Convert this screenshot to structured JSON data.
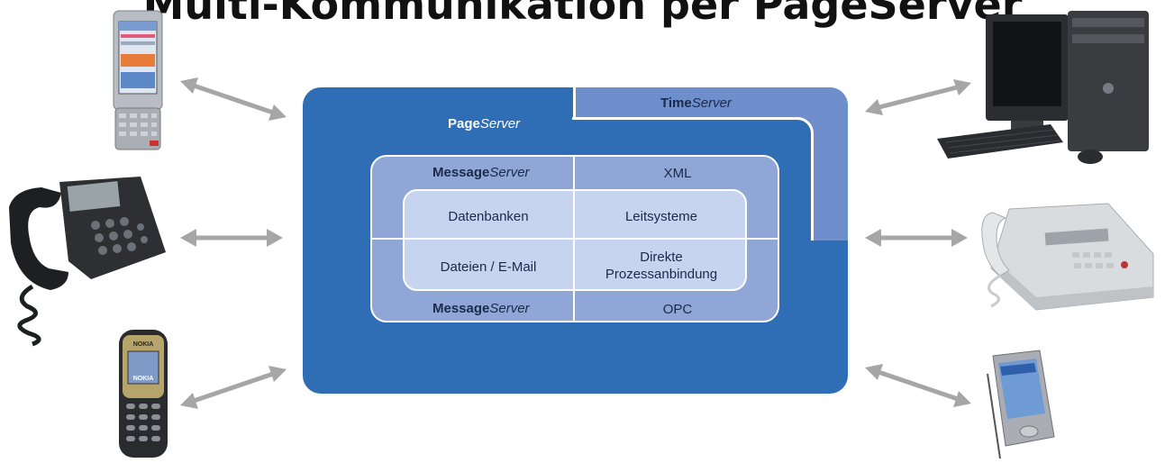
{
  "title": "Multi-Kommunikation per PageServer",
  "diagram": {
    "page_server": {
      "prefix": "Page",
      "suffix": "Server"
    },
    "time_server": {
      "prefix": "Time",
      "suffix": "Server"
    },
    "message_server_top": {
      "prefix": "Message",
      "suffix": "Server"
    },
    "message_server_bottom": {
      "prefix": "Message",
      "suffix": "Server"
    },
    "xml": "XML",
    "opc": "OPC",
    "datenbanken": "Datenbanken",
    "leitsysteme": "Leitsysteme",
    "dateien_email": "Dateien / E-Mail",
    "direkte_line1": "Direkte",
    "direkte_line2": "Prozessanbindung"
  },
  "devices": [
    {
      "name": "smartphone-icon",
      "side": "left"
    },
    {
      "name": "desk-phone-icon",
      "side": "left"
    },
    {
      "name": "mobile-phone-icon",
      "side": "left",
      "brand": "NOKIA"
    },
    {
      "name": "desktop-computer-icon",
      "side": "right"
    },
    {
      "name": "fax-machine-icon",
      "side": "right"
    },
    {
      "name": "pda-icon",
      "side": "right"
    }
  ],
  "colors": {
    "page_server": "#2f6db5",
    "time_server": "#6e8fcc",
    "message_server": "#8fa6d6",
    "inner": "#c7d4ef",
    "arrow": "#a6a6a6"
  }
}
